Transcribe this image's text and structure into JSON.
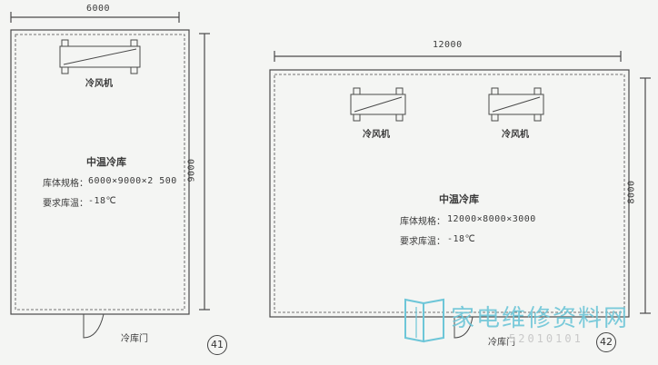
{
  "left_plan": {
    "width_dim": "6000",
    "height_dim": "9000",
    "unit_label": "冷风机",
    "room_title": "中温冷库",
    "spec_label": "库体规格：",
    "spec_value": "6000×9000×2 500",
    "temp_label": "要求库温：",
    "temp_value": "-18℃",
    "door_label": "冷库门",
    "figure_no": "41"
  },
  "right_plan": {
    "width_dim": "12000",
    "height_dim": "8000",
    "unit_labels": [
      "冷风机",
      "冷风机"
    ],
    "room_title": "中温冷库",
    "spec_label": "库体规格：",
    "spec_value": "12000×8000×3000",
    "temp_label": "要求库温：",
    "temp_value": "-18℃",
    "door_label": "冷库门",
    "figure_no": "42"
  },
  "watermark": {
    "text": "家电维修资料网",
    "number": "52010101"
  },
  "colors": {
    "line": "#4a4a4a",
    "watermark": "#6dc6d8"
  }
}
